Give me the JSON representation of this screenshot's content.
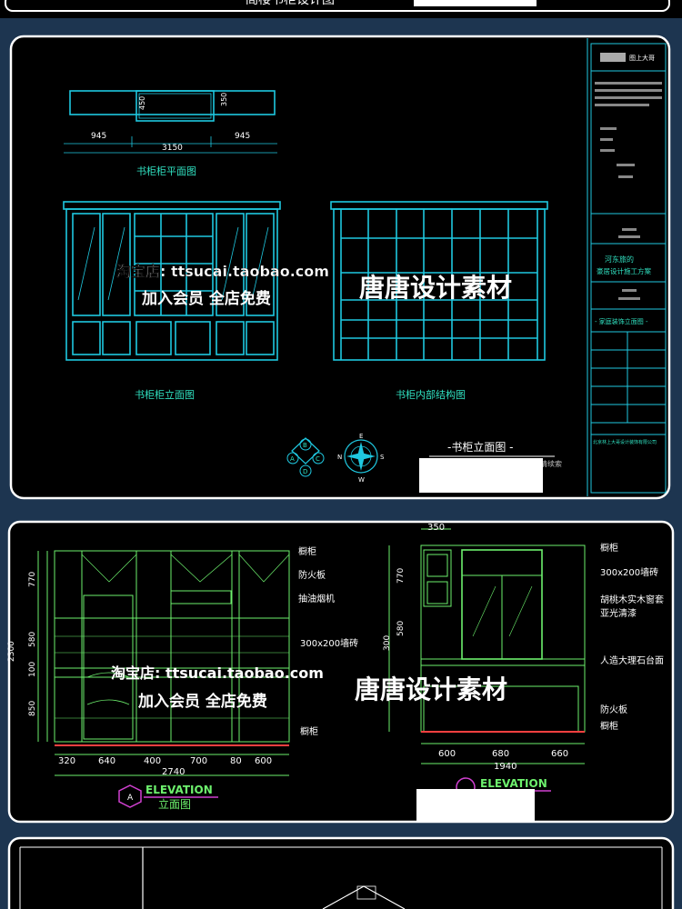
{
  "top_banner": {
    "title": "阁楼书柜设计图"
  },
  "panel1": {
    "plan_title": "书柜柜平面图",
    "dims": {
      "d945a": "945",
      "d945b": "945",
      "d3150": "3150",
      "d450": "450",
      "d350": "350"
    },
    "elev_title": "书柜柜立面图",
    "inner_title": "书柜内部结构图",
    "sheet_title": "-书柜立面图 -",
    "sheet_note": "请续索",
    "compass": {
      "n": "N",
      "s": "S",
      "e": "E",
      "w": "W"
    },
    "bubbles": [
      "B",
      "A",
      "C",
      "D"
    ],
    "title_block": {
      "company": "图上大哥",
      "project": "河东旅的",
      "project2": "豪居设计施工方案",
      "drawing": "- 家庭装饰立面图 -",
      "footer": "北京林上大哥设计装饰有限公司"
    }
  },
  "panel2": {
    "left": {
      "labels": [
        "橱柜",
        "防火板",
        "抽油烟机",
        "300x200墙砖",
        "橱柜"
      ],
      "vdims": [
        "770",
        "580",
        "100",
        "850",
        "2300"
      ],
      "hdims": [
        "320",
        "640",
        "400",
        "700",
        "80",
        "600"
      ],
      "total": "2740",
      "bubble": "A",
      "elev_label": "ELEVATION",
      "elev_cn": "立面图"
    },
    "right": {
      "labels": [
        "橱柜",
        "300x200墙砖",
        "胡桃木实木窗套",
        "亚光清漆",
        "人造大理石台面",
        "防火板",
        "橱柜"
      ],
      "vdims": [
        "770",
        "580",
        "300"
      ],
      "topdim": "350",
      "hdims": [
        "600",
        "680",
        "660"
      ],
      "total": "1940",
      "elev_label": "ELEVATION"
    }
  },
  "watermark": {
    "shop": "淘宝店: ttsucai.taobao.com",
    "member": "加入会员 全店免费",
    "brand": "唐唐设计素材"
  },
  "colors": {
    "cad_line": "#1fc8e0",
    "cad_text": "#30e0c0",
    "green_text": "#6df06d",
    "bg": "#000000",
    "frame": "#1d3550"
  }
}
